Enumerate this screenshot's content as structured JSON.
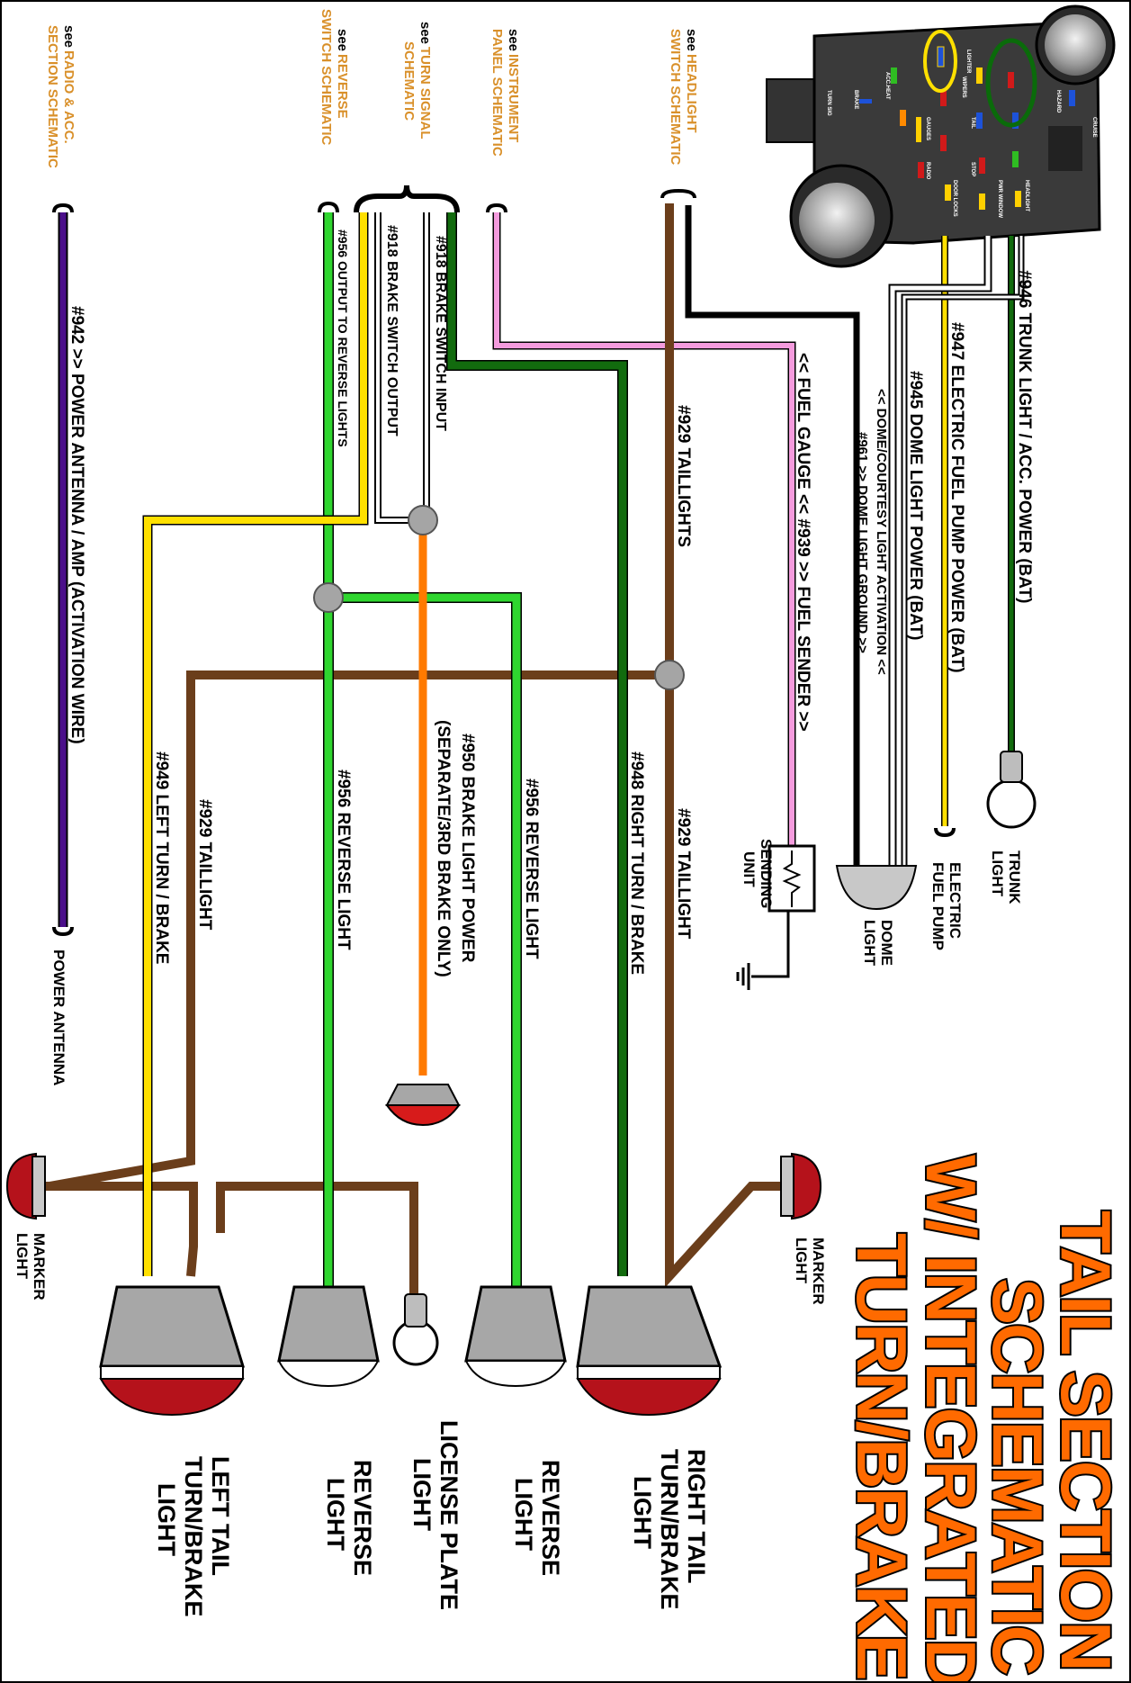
{
  "title": {
    "line1": "TAIL SECTION",
    "line2": "SCHEMATIC",
    "line3": "W/ INTEGRATED",
    "line4": "TURN/BRAKE"
  },
  "see_refs": {
    "radio": {
      "see": "see",
      "line1": "RADIO & ACC.",
      "line2": "SECTION SCHEMATIC"
    },
    "reverse": {
      "see": "see",
      "line1": "REVERSE",
      "line2": "SWITCH SCHEMATIC"
    },
    "turn": {
      "see": "see",
      "line1": "TURN SIGNAL",
      "line2": "SCHEMATIC"
    },
    "instrument": {
      "see": "see",
      "line1": "INSTRUMENT",
      "line2": "PANEL SCHEMATIC"
    },
    "headlight": {
      "see": "see",
      "line1": "HEADLIGHT",
      "line2": "SWITCH SCHEMATIC"
    }
  },
  "wires": {
    "w946": "#946 TRUNK LIGHT / ACC. POWER (BAT)",
    "w947": "#947 ELECTRIC FUEL PUMP POWER (BAT)",
    "w945": "#945 DOME LIGHT POWER (BAT)",
    "w_dome_act": "<< DOME/COURTESY LIGHT ACTIVATION <<",
    "w961": "#961 >> DOME LIGHT GROUND >>",
    "w939": "<< FUEL GAUGE << #939 >> FUEL SENDER >>",
    "w929a": "#929 TAILLIGHTS",
    "w929b": "#929 TAILLIGHT",
    "w948": "#948 RIGHT TURN / BRAKE",
    "w956a": "#956 REVERSE LIGHT",
    "w950a": "#950 BRAKE LIGHT POWER",
    "w950b": "(SEPARATE/3RD BRAKE ONLY)",
    "w918in": "#918 BRAKE SWITCH INPUT",
    "w918out": "#918 BRAKE SWITCH OUTPUT",
    "w956out": "#956 OUTPUT TO REVERSE LIGHTS",
    "w956b": "#956 REVERSE LIGHT",
    "w929c": "#929 TAILLIGHT",
    "w949": "#949 LEFT TURN / BRAKE",
    "w942": "#942 >> POWER ANTENNA / AMP (ACTIVATION WIRE)"
  },
  "components": {
    "trunk": {
      "line1": "TRUNK",
      "line2": "LIGHT"
    },
    "fuelpump": {
      "line1": "ELECTRIC",
      "line2": "FUEL PUMP"
    },
    "dome": {
      "line1": "DOME",
      "line2": "LIGHT"
    },
    "sending": {
      "line1": "SENDING",
      "line2": "UNIT"
    },
    "antenna": "POWER ANTENNA",
    "marker_r": {
      "line1": "MARKER",
      "line2": "LIGHT"
    },
    "marker_l": {
      "line1": "MARKER",
      "line2": "LIGHT"
    },
    "right_tail": {
      "line1": "RIGHT TAIL",
      "line2": "TURN/BRAKE",
      "line3": "LIGHT"
    },
    "rev_r": {
      "line1": "REVERSE",
      "line2": "LIGHT"
    },
    "license": {
      "line1": "LICENSE PLATE",
      "line2": "LIGHT"
    },
    "rev_l": {
      "line1": "REVERSE",
      "line2": "LIGHT"
    },
    "left_tail": {
      "line1": "LEFT TAIL",
      "line2": "TURN/BRAKE",
      "line3": "LIGHT"
    }
  },
  "fuse_labels": [
    "GAUGES",
    "RADIO",
    "ACC.HEAT",
    "BRAKE",
    "TURN SIG",
    "TAIL",
    "STOP",
    "WIPERS",
    "LIGHTER",
    "HEADLIGHT",
    "HAZARD",
    "DOOR LOCKS",
    "PWR WINDOW",
    "CRUISE"
  ],
  "colors": {
    "brown": "#6b3e1b",
    "green": "#2fd62f",
    "dark_green": "#126b0e",
    "yellow": "#ffe000",
    "pink": "#f49bdd",
    "orange": "#ff7a00",
    "purple": "#4b0f8a",
    "black": "#000000",
    "white_wire": "#ffffff",
    "title_orange": "#ff6a00",
    "lens_red": "#b5121b",
    "housing_gray": "#a7a7a7"
  }
}
